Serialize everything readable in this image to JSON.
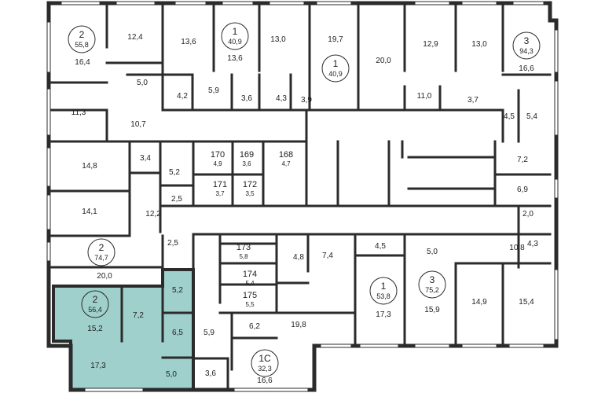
{
  "highlight_color": "#9fd0cc",
  "wall_color": "#2b2b2b",
  "apartments": [
    {
      "id": "apt-2-558",
      "rooms": "2",
      "area": "55,8"
    },
    {
      "id": "apt-1-409a",
      "rooms": "1",
      "area": "40,9"
    },
    {
      "id": "apt-1-409b",
      "rooms": "1",
      "area": "40,9"
    },
    {
      "id": "apt-3-943",
      "rooms": "3",
      "area": "94,3"
    },
    {
      "id": "apt-2-747",
      "rooms": "2",
      "area": "74,7"
    },
    {
      "id": "apt-2-564",
      "rooms": "2",
      "area": "56,4"
    },
    {
      "id": "apt-1-538",
      "rooms": "1",
      "area": "53,8"
    },
    {
      "id": "apt-3-752",
      "rooms": "3",
      "area": "75,2"
    },
    {
      "id": "apt-1c-323",
      "rooms": "1С",
      "area": "32,3"
    }
  ],
  "storage": [
    {
      "id": "s170",
      "num": "170",
      "area": "4,9"
    },
    {
      "id": "s169",
      "num": "169",
      "area": "3,6"
    },
    {
      "id": "s168",
      "num": "168",
      "area": "4,7"
    },
    {
      "id": "s171",
      "num": "171",
      "area": "3,7"
    },
    {
      "id": "s172",
      "num": "172",
      "area": "3,5"
    },
    {
      "id": "s173",
      "num": "173",
      "area": "5,8"
    },
    {
      "id": "s174",
      "num": "174",
      "area": "5,4"
    },
    {
      "id": "s175",
      "num": "175",
      "area": "5,5"
    }
  ],
  "rooms": [
    "16,4",
    "12,4",
    "13,6",
    "13,6",
    "13,0",
    "19,7",
    "20,0",
    "12,9",
    "13,0",
    "16,6",
    "5,0",
    "4,2",
    "5,9",
    "3,6",
    "4,3",
    "3,9",
    "11,0",
    "3,7",
    "11,3",
    "10,7",
    "4,5",
    "5,4",
    "14,8",
    "3,4",
    "5,2",
    "2,5",
    "7,2",
    "6,9",
    "14,1",
    "12,2",
    "2,0",
    "2,5",
    "10,8",
    "4,3",
    "20,0",
    "4,8",
    "7,4",
    "4,5",
    "5,0",
    "15,2",
    "7,2",
    "5,2",
    "6,5",
    "19,8",
    "17,3",
    "15,9",
    "14,9",
    "15,4",
    "5,9",
    "6,2",
    "17,3",
    "5,0",
    "3,6",
    "16,6"
  ]
}
